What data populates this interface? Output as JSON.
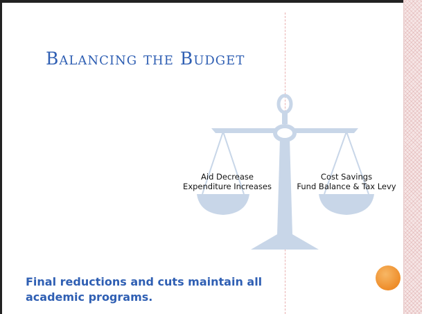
{
  "slide": {
    "title": "Balancing the Budget",
    "left_pan": {
      "line1": "Aid Decrease",
      "line2": "Expenditure Increases"
    },
    "right_pan": {
      "line1": "Cost Savings",
      "line2": "Fund Balance & Tax Levy"
    },
    "bottom_text": "Final reductions and cuts maintain all academic programs."
  },
  "colors": {
    "title": "#2f5fb3",
    "scale": "#c8d6e8",
    "accent_dot": "#ee8d2a"
  },
  "icons": {
    "scale": "balance-scale-icon",
    "dot": "orange-circle-icon"
  }
}
